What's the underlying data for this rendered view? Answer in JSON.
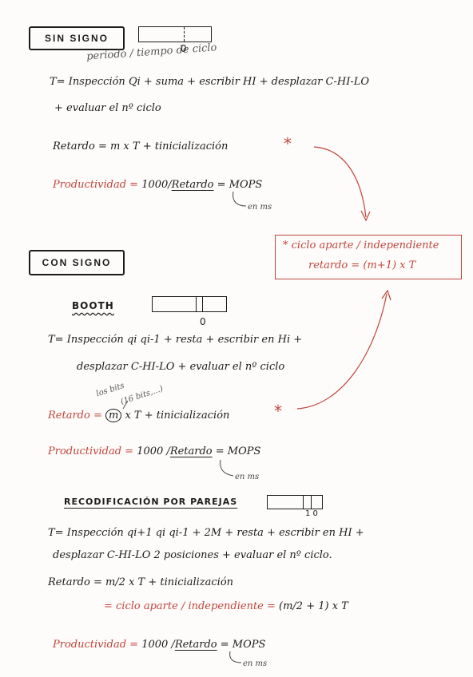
{
  "sin_signo": {
    "title": "SIN SIGNO",
    "reg_digit": "0",
    "periodo_note": "periodo / tiempo de ciclo",
    "t_line1": "T= Inspección Qi + suma + escribir HI + desplazar C-HI-LO",
    "t_line2": "+ evaluar el nº ciclo",
    "retardo": "Retardo = m x T + tinicialización",
    "star": "*",
    "productividad_label": "Productividad = ",
    "productividad_rest": "1000/",
    "productividad_ret": "Retardo",
    "productividad_end": " = MOPS",
    "en_ms": "en ms"
  },
  "side_note": {
    "star_line": "* ciclo aparte / independiente",
    "formula": "retardo = (m+1) x T"
  },
  "con_signo": {
    "title": "CON SIGNO",
    "booth": {
      "title": "BOOTH",
      "reg_digit": "0",
      "t_line1": "T= Inspección qi qi-1 + resta + escribir en Hi +",
      "t_line2": "desplazar C-HI-LO + evaluar el nº ciclo",
      "los_bits": "los bits",
      "bits_16": "(16 bits,...)",
      "retardo_label": "Retardo = ",
      "retardo_m": "m",
      "retardo_rest": " x T + tinicialización",
      "star": "*",
      "productividad_label": "Productividad = ",
      "productividad_rest": "1000 /",
      "productividad_ret": "Retardo",
      "productividad_end": " = MOPS",
      "en_ms": "en ms"
    },
    "recod": {
      "title": "RECODIFICACIÓN POR PAREJAS",
      "reg_digits": "1 0",
      "t_line1": "T= Inspección qi+1 qi qi-1 + 2M + resta + escribir en HI +",
      "t_line2": "desplazar C-HI-LO 2 posiciones + evaluar el nº ciclo.",
      "retardo": "Retardo = m/2 x T + tinicialización",
      "ciclo_label": "= ciclo aparte / independiente = ",
      "ciclo_formula": "(m/2 + 1) x T",
      "productividad_label": "Productividad = ",
      "productividad_rest": "1000 /",
      "productividad_ret": "Retardo",
      "productividad_end": " = MOPS",
      "en_ms": "en ms"
    }
  }
}
